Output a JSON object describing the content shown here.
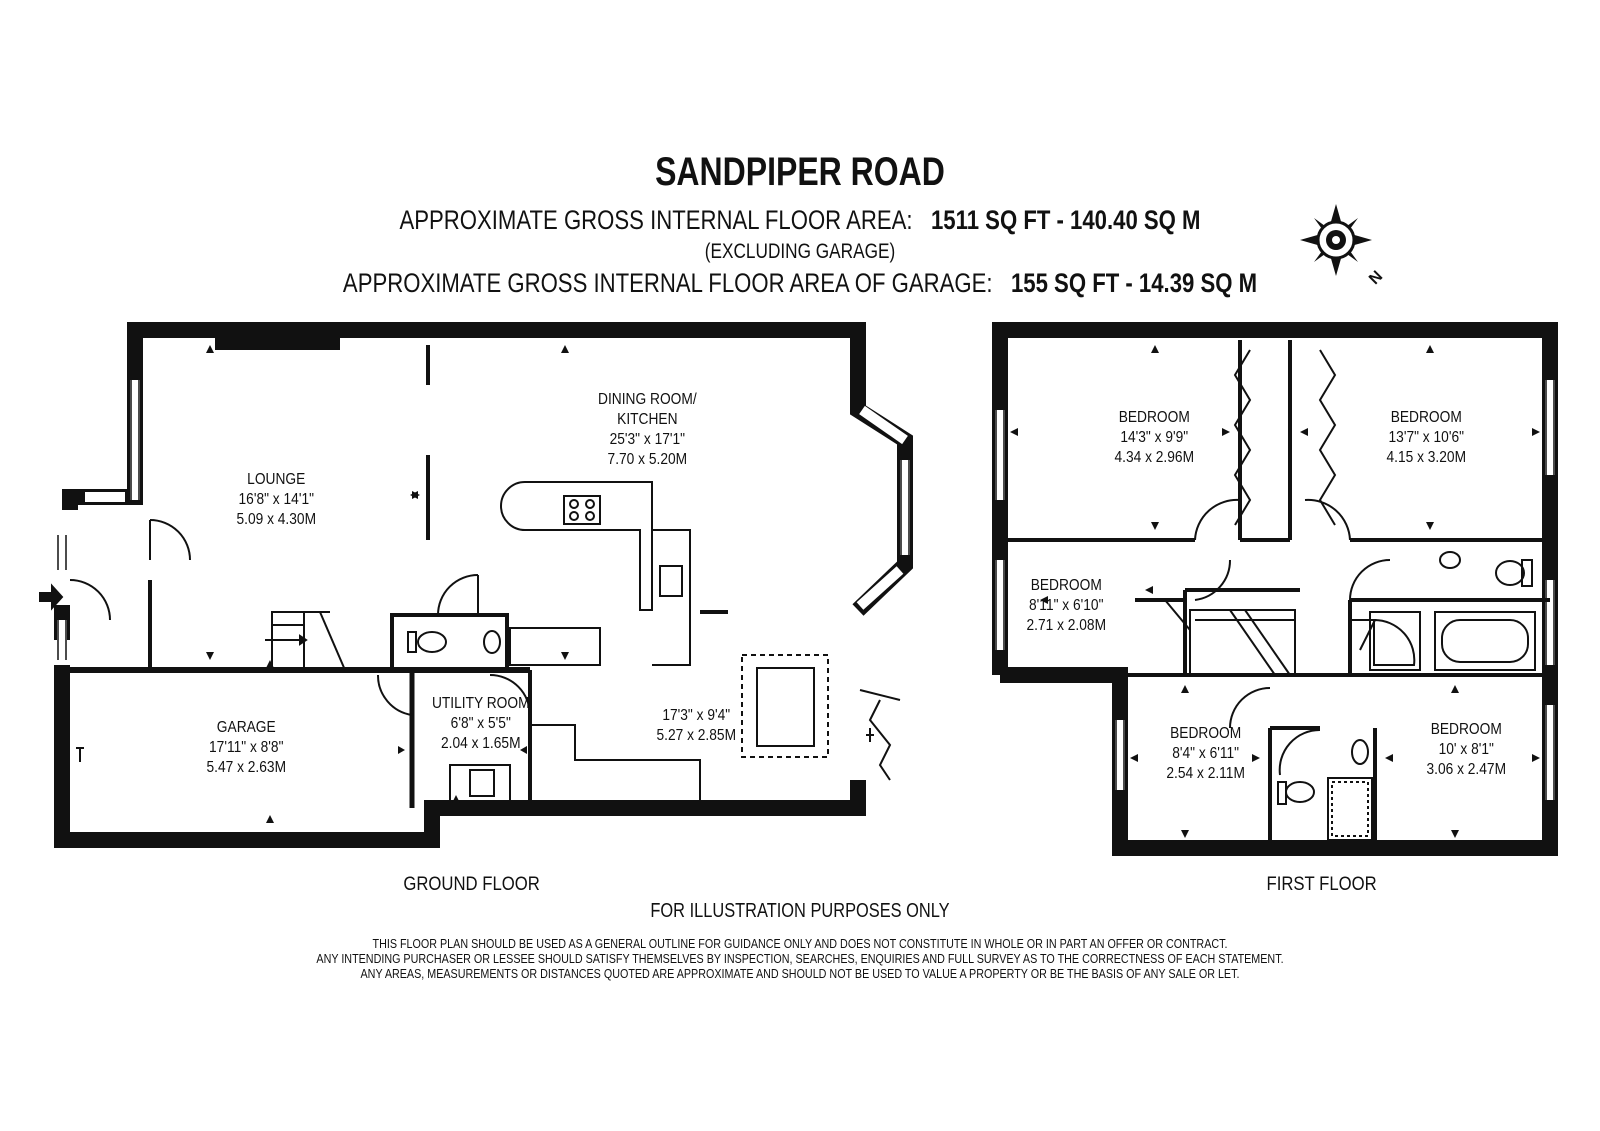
{
  "header": {
    "title": "SANDPIPER ROAD",
    "line1_prefix": "APPROXIMATE GROSS INTERNAL FLOOR AREA:",
    "line1_value": "1511 SQ FT  -  140.40 SQ M",
    "line1_note": "(EXCLUDING GARAGE)",
    "line2_prefix": "APPROXIMATE GROSS INTERNAL FLOOR AREA OF GARAGE:",
    "line2_value": "155  SQ FT  -  14.39 SQ M"
  },
  "compass": {
    "north_label": "N",
    "icon": "compass-rose-icon"
  },
  "ground_floor": {
    "label": "GROUND FLOOR",
    "rooms": [
      {
        "name": "LOUNGE",
        "imperial": "16'8\" x 14'1\"",
        "metric": "5.09 x 4.30M"
      },
      {
        "name": "DINING ROOM/",
        "name2": "KITCHEN",
        "imperial": "25'3\" x 17'1\"",
        "metric": "7.70 x 5.20M"
      },
      {
        "name": "GARAGE",
        "imperial": "17'11\" x 8'8\"",
        "metric": "5.47 x 2.63M"
      },
      {
        "name": "UTILITY ROOM",
        "imperial": "6'8\" x 5'5\"",
        "metric": "2.04 x 1.65M"
      },
      {
        "name": "",
        "imperial": "17'3\" x 9'4\"",
        "metric": "5.27 x 2.85M"
      }
    ]
  },
  "first_floor": {
    "label": "FIRST FLOOR",
    "rooms": [
      {
        "name": "BEDROOM",
        "imperial": "14'3\" x 9'9\"",
        "metric": "4.34 x 2.96M"
      },
      {
        "name": "BEDROOM",
        "imperial": "13'7\" x 10'6\"",
        "metric": "4.15 x 3.20M"
      },
      {
        "name": "BEDROOM",
        "imperial": "8'11\" x 6'10\"",
        "metric": "2.71 x 2.08M"
      },
      {
        "name": "BEDROOM",
        "imperial": "8'4\" x 6'11\"",
        "metric": "2.54 x 2.11M"
      },
      {
        "name": "BEDROOM",
        "imperial": "10' x 8'1\"",
        "metric": "3.06 x 2.47M"
      }
    ]
  },
  "footer": {
    "illustration_note": "FOR ILLUSTRATION PURPOSES ONLY",
    "disclaimer_1": "THIS FLOOR PLAN SHOULD BE USED AS A GENERAL OUTLINE FOR GUIDANCE ONLY AND DOES NOT CONSTITUTE IN WHOLE OR IN PART AN OFFER OR CONTRACT.",
    "disclaimer_2": "ANY INTENDING PURCHASER OR LESSEE SHOULD SATISFY THEMSELVES BY INSPECTION, SEARCHES, ENQUIRIES AND FULL SURVEY AS TO THE CORRECTNESS OF EACH STATEMENT.",
    "disclaimer_3": "ANY AREAS, MEASUREMENTS OR DISTANCES QUOTED ARE APPROXIMATE AND SHOULD NOT BE USED TO VALUE A PROPERTY OR BE THE BASIS OF ANY SALE OR LET."
  }
}
